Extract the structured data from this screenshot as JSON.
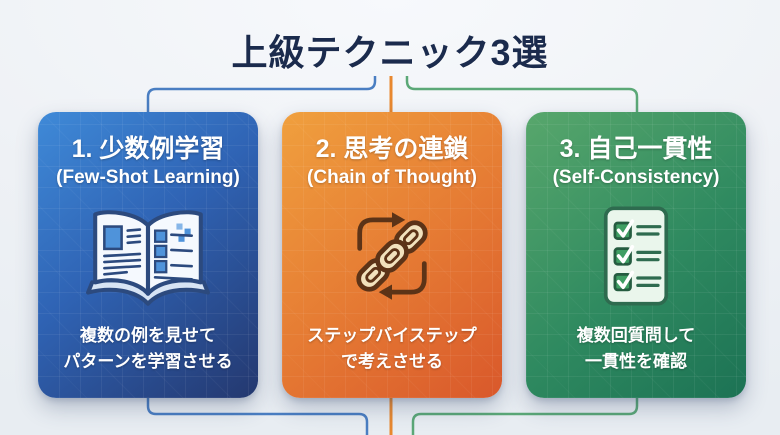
{
  "title": "上級テクニック3選",
  "colors": {
    "background": "#eef1f5",
    "title_text": "#1b2b4d",
    "connector_blue": "#4a7ec2",
    "connector_orange": "#e8882f",
    "connector_green": "#5ba877",
    "card_blue_gradient": [
      "#3f8ad8",
      "#24386f"
    ],
    "card_orange_gradient": [
      "#f0a03e",
      "#d9582b"
    ],
    "card_green_gradient": [
      "#58a76c",
      "#1c7254"
    ],
    "card_text": "#ffffff"
  },
  "cards": [
    {
      "title_ja": "1. 少数例学習",
      "title_en": "(Few-Shot Learning)",
      "description": "複数の例を見せて\nパターンを学習させる",
      "icon": "open-book-icon"
    },
    {
      "title_ja": "2. 思考の連鎖",
      "title_en": "(Chain of Thought)",
      "description": "ステップバイステップ\nで考えさせる",
      "icon": "chain-cycle-icon"
    },
    {
      "title_ja": "3. 自己一貫性",
      "title_en": "(Self-Consistency)",
      "description": "複数回質問して\n一貫性を確認",
      "icon": "checklist-icon"
    }
  ]
}
